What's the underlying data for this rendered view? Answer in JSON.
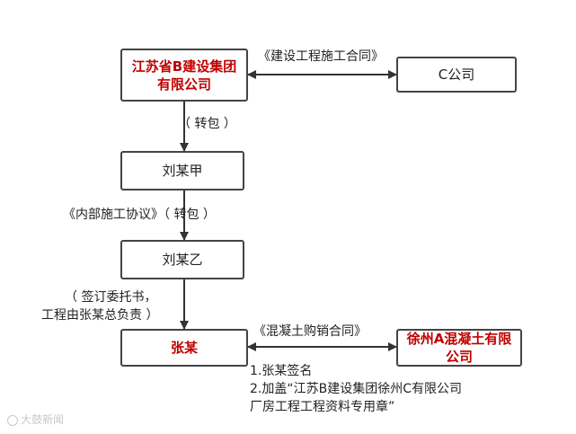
{
  "nodes": {
    "jiangsu_b": "江苏省B建设集团有限公司",
    "c_company": "C公司",
    "liu_jia": "刘某甲",
    "liu_yi": "刘某乙",
    "zhang": "张某",
    "xuzhou_a": "徐州A混凝土有限公司"
  },
  "edges": {
    "contract_construction": "《建设工程施工合同》",
    "subcontract_1": "（ 转包 ）",
    "internal_agreement": "《内部施工协议》（ 转包 ）",
    "entrust_line1": "（ 签订委托书，",
    "entrust_line2": "工程由张某总负责 ）",
    "contract_concrete": "《混凝土购销合同》"
  },
  "notes": {
    "line1": "1.张某签名",
    "line2": "2.加盖“江苏B建设集团徐州C有限公司",
    "line3": "厂房工程工程资料专用章”"
  },
  "watermark": "大鼓新闻",
  "colors": {
    "highlight": "#c00000",
    "border": "#444444"
  }
}
